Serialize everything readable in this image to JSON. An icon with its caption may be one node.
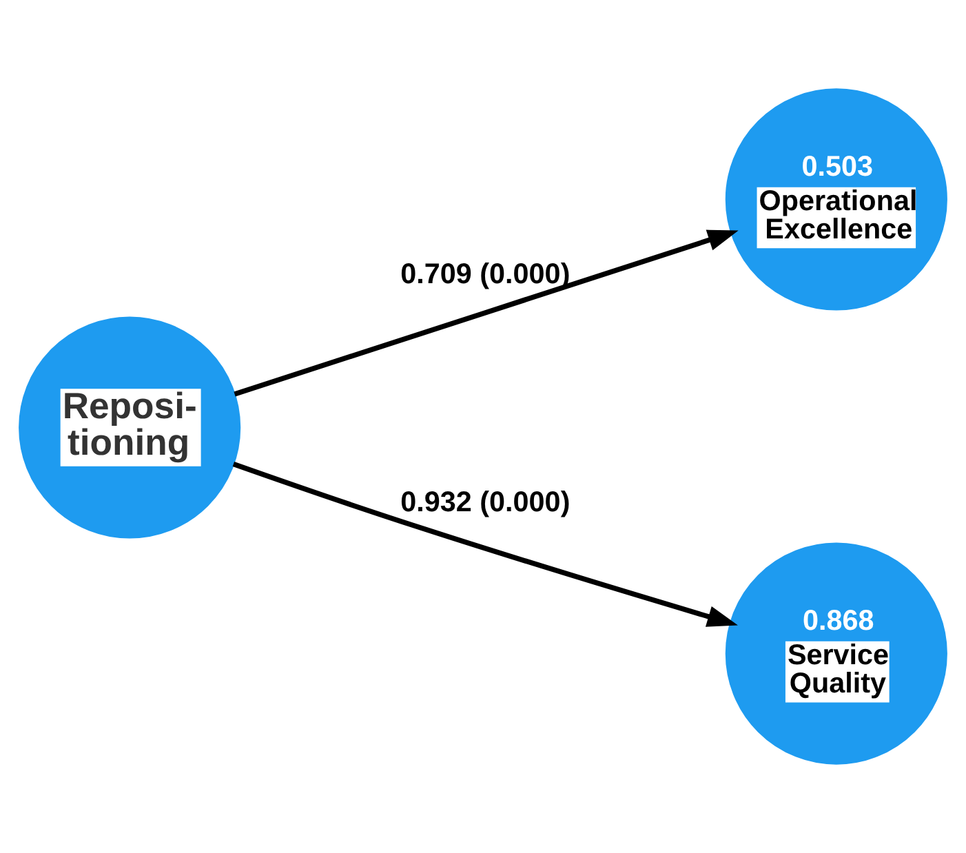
{
  "diagram": {
    "nodes": [
      {
        "text": [
          "Reposi- tioning"
        ]
      },
      {
        "text": [
          "0.503",
          "Operational Excellence"
        ]
      },
      {
        "text": [
          "0.868",
          "Service Quality"
        ]
      }
    ],
    "edges": [
      {
        "from": 0,
        "to": 1,
        "arrow": "to",
        "label": "0.709 (0.000)"
      },
      {
        "from": 0,
        "to": 2,
        "arrow": "to",
        "label": "0.932 (0.000)"
      }
    ]
  }
}
